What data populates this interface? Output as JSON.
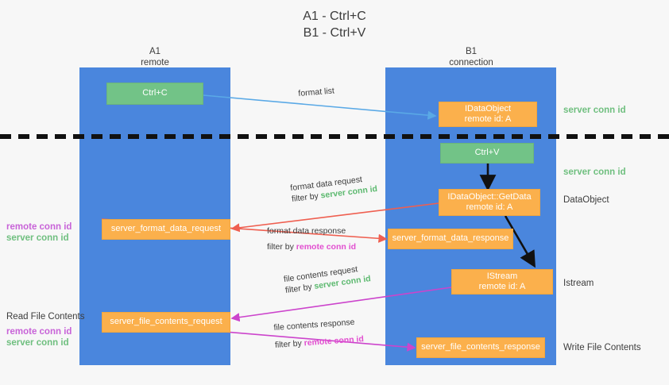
{
  "title": {
    "line1": "A1 - Ctrl+C",
    "line2": "B1 - Ctrl+V"
  },
  "lanes": [
    {
      "name": "A1",
      "sub": "remote"
    },
    {
      "name": "B1",
      "sub": "connection"
    }
  ],
  "boxes": {
    "ctrl_c": {
      "line1": "Ctrl+C"
    },
    "idataobject": {
      "line1": "IDataObject",
      "line2": "remote id: A"
    },
    "ctrl_v": {
      "line1": "Ctrl+V"
    },
    "getdata": {
      "line1": "IDataObject::GetData",
      "line2": "remote id: A"
    },
    "fmt_req": {
      "line1": "server_format_data_request"
    },
    "fmt_res": {
      "line1": "server_format_data_response"
    },
    "istream": {
      "line1": "IStream",
      "line2": "remote id: A"
    },
    "file_req": {
      "line1": "server_file_contents_request"
    },
    "file_res": {
      "line1": "server_file_contents_response"
    }
  },
  "side_labels": {
    "server_conn_id_1": "server conn id",
    "server_conn_id_2": "server conn id",
    "dataobject": "DataObject",
    "istream": "Istream",
    "write_file_contents": "Write File Contents",
    "read_file_contents": "Read File Contents",
    "left_remote_conn_id_1": "remote conn id",
    "left_server_conn_id_1": "server conn id",
    "left_remote_conn_id_2": "remote conn id",
    "left_server_conn_id_2": "server conn id"
  },
  "arrow_labels": {
    "format_list": "format list",
    "format_data_request": "format data request",
    "format_data_request_filter_prefix": "filter by ",
    "format_data_request_filter_value": "server conn id",
    "format_data_response": "format data response",
    "format_data_response_filter_prefix": "filter by ",
    "format_data_response_filter_value": "remote conn id",
    "file_contents_request": "file contents request",
    "file_contents_request_filter_prefix": "filter by ",
    "file_contents_request_filter_value": "server conn id",
    "file_contents_response": "file contents response",
    "file_contents_response_filter_prefix": "filter by ",
    "file_contents_response_filter_value": "remote conn id"
  },
  "colors": {
    "lane": "#4a86dd",
    "green_box": "#72c387",
    "orange_box": "#fbb04c",
    "server_conn_id": "#5cb96f",
    "remote_conn_id": "#e24fd0",
    "arrow_blue": "#5aa9e6",
    "arrow_red": "#ef5f50",
    "arrow_magenta": "#cc44cc",
    "arrow_black": "#111111",
    "divider": "#111111"
  }
}
